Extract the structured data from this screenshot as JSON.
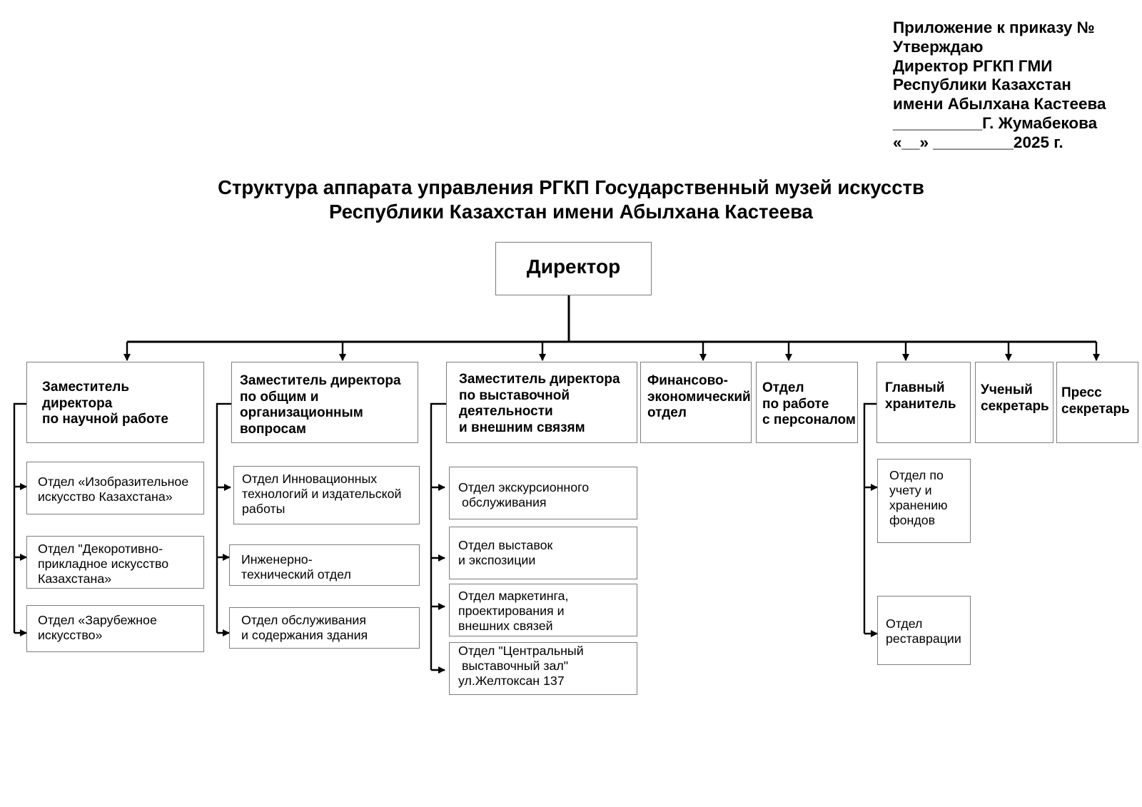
{
  "approval": {
    "line1": "Приложение к приказу №",
    "line2": "Утверждаю",
    "line3": "Директор РГКП ГМИ",
    "line4": "Республики Казахстан",
    "line5": "имени Абылхана Кастеева",
    "line6": "__________Г. Жумабекова",
    "line7": "«__» _________2025 г."
  },
  "title": {
    "line1": "Структура аппарата управления РГКП Государственный музей искусств",
    "line2": "Республики Казахстан имени Абылхана Кастеева"
  },
  "director": {
    "label": "Директор"
  },
  "deputy_science": {
    "label": "Заместитель\nдиректора\nпо научной работе",
    "departments": [
      "Отдел «Изобразительное\nискусство Казахстана»",
      "Отдел \"Декоротивно-\nприкладное искусство\nКазахстана»",
      "Отдел «Зарубежное\nискусство»"
    ]
  },
  "deputy_general": {
    "label": "Заместитель директора\nпо общим и\nорганизационным\nвопросам",
    "departments": [
      "Отдел Инновационных\nтехнологий и издательской\nработы",
      "Инженерно-\nтехнический отдел",
      "Отдел обслуживания\nи содержания здания"
    ]
  },
  "deputy_exhibition": {
    "label": "Заместитель директора\nпо выставочной\nдеятельности\nи внешним связям",
    "departments": [
      "Отдел экскурсионного\n обслуживания",
      "Отдел выставок\nи экспозиции",
      "Отдел маркетинга,\nпроектирования и\nвнешних связей",
      "Отдел \"Центральный\n выставочный зал\"\nул.Желтоксан 137"
    ]
  },
  "finance": {
    "label": "Финансово-\nэкономический\nотдел"
  },
  "hr": {
    "label": "Отдел\nпо работе\nс персоналом"
  },
  "chief_curator": {
    "label": "Главный\nхранитель",
    "departments": [
      "Отдел по\nучету и\nхранению\nфондов",
      "Отдел\nреставрации"
    ]
  },
  "scientific_secretary": {
    "label": "Ученый\nсекретарь"
  },
  "press_secretary": {
    "label": "Пресс\nсекретарь"
  }
}
